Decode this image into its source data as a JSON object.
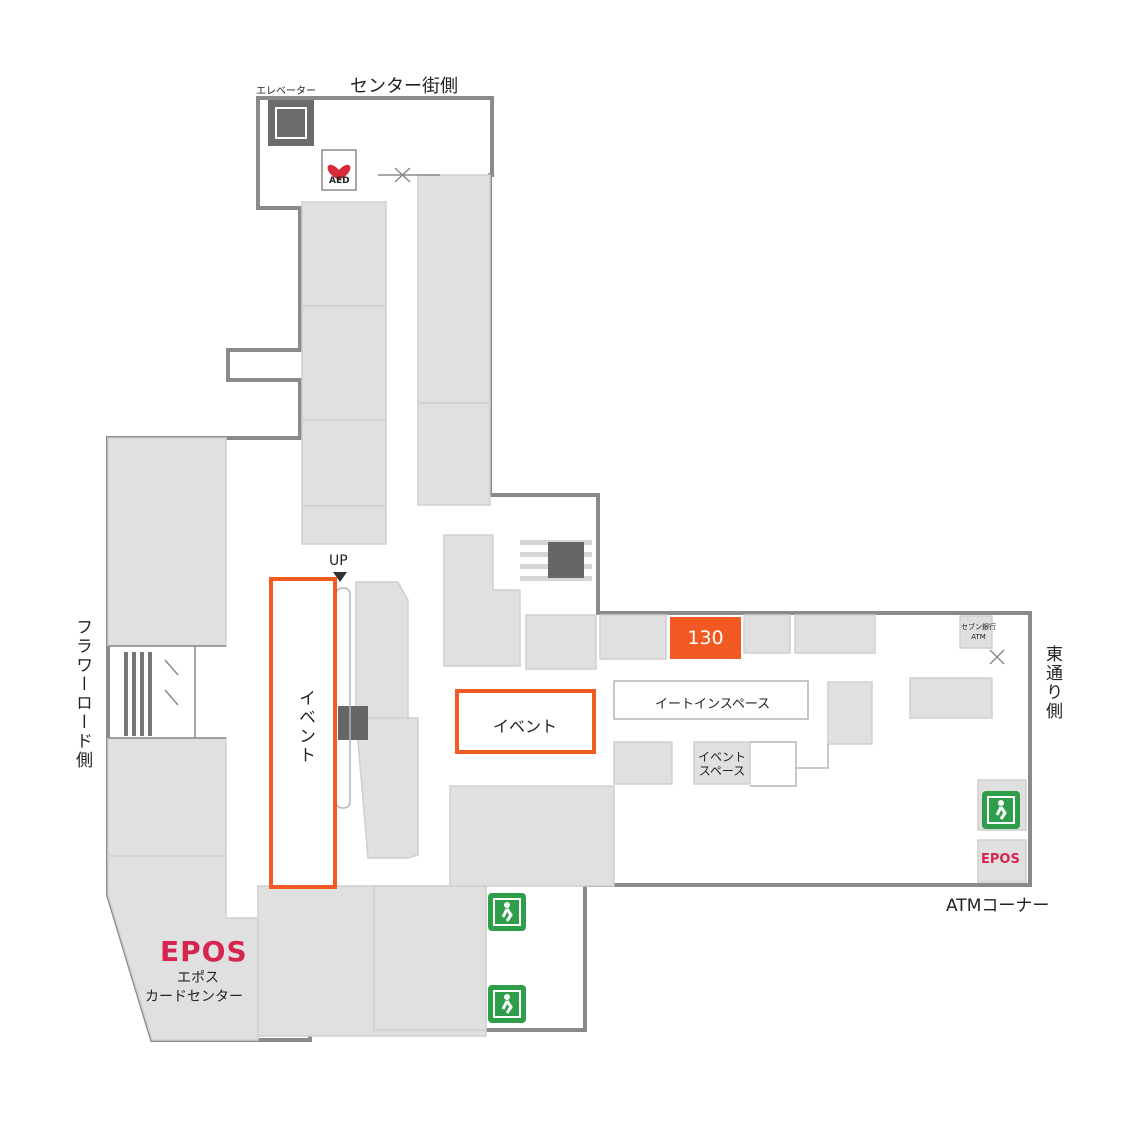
{
  "directions": {
    "north": "センター街側",
    "west": "フラワーロード側",
    "east": "東通り側",
    "south_east": "ATMコーナー"
  },
  "facilities": {
    "elevator": "エレベーター",
    "aed": "AED",
    "escalator_up": "UP",
    "eat_in": "イートインスペース",
    "event_space": "イベント\nスペース",
    "atm": "セブン銀行\nATM"
  },
  "events": {
    "left": "イベント",
    "center": "イベント"
  },
  "highlight_shop": "130",
  "epos": {
    "logo": "EPOS",
    "name_line1": "エポス",
    "name_line2": "カードセンター"
  },
  "colors": {
    "accent": "#f15a22",
    "shop": "#e0e0e0",
    "wall": "#8a8a8a",
    "exit": "#2e9e4b"
  }
}
